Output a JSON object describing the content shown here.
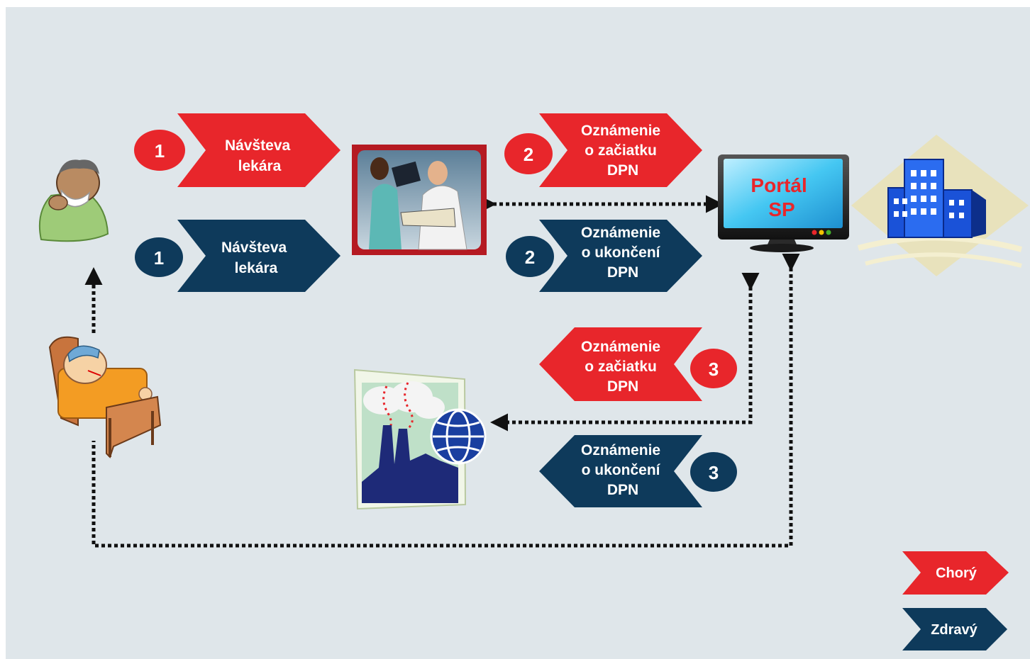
{
  "colors": {
    "background": "#dfe6ea",
    "sick": "#e8262b",
    "healthy": "#0e3a5b",
    "connector": "#111111",
    "portal_text": "#e8262b"
  },
  "row1": {
    "sick": {
      "number": "1",
      "line1": "Návšteva",
      "line2": "lekára"
    },
    "healthy": {
      "number": "1",
      "line1": "Návšteva",
      "line2": "lekára"
    }
  },
  "row2": {
    "sick": {
      "number": "2",
      "line1": "Oznámenie",
      "line2": "o začiatku",
      "line3": "DPN"
    },
    "healthy": {
      "number": "2",
      "line1": "Oznámenie",
      "line2": "o ukončení",
      "line3": "DPN"
    }
  },
  "row3": {
    "sick": {
      "number": "3",
      "line1": "Oznámenie",
      "line2": "o začiatku",
      "line3": "DPN"
    },
    "healthy": {
      "number": "3",
      "line1": "Oznámenie",
      "line2": "o ukončení",
      "line3": "DPN"
    }
  },
  "portal": {
    "line1": "Portál",
    "line2": "SP"
  },
  "legend": {
    "sick_label": "Chorý",
    "healthy_label": "Zdravý"
  },
  "icons": {
    "sick_person": "sneezing-person-icon",
    "bed_patient": "sick-in-bed-icon",
    "doctors": "doctors-photo-icon",
    "monitor": "monitor-icon",
    "building": "office-building-icon",
    "factory": "factory-globe-icon"
  }
}
